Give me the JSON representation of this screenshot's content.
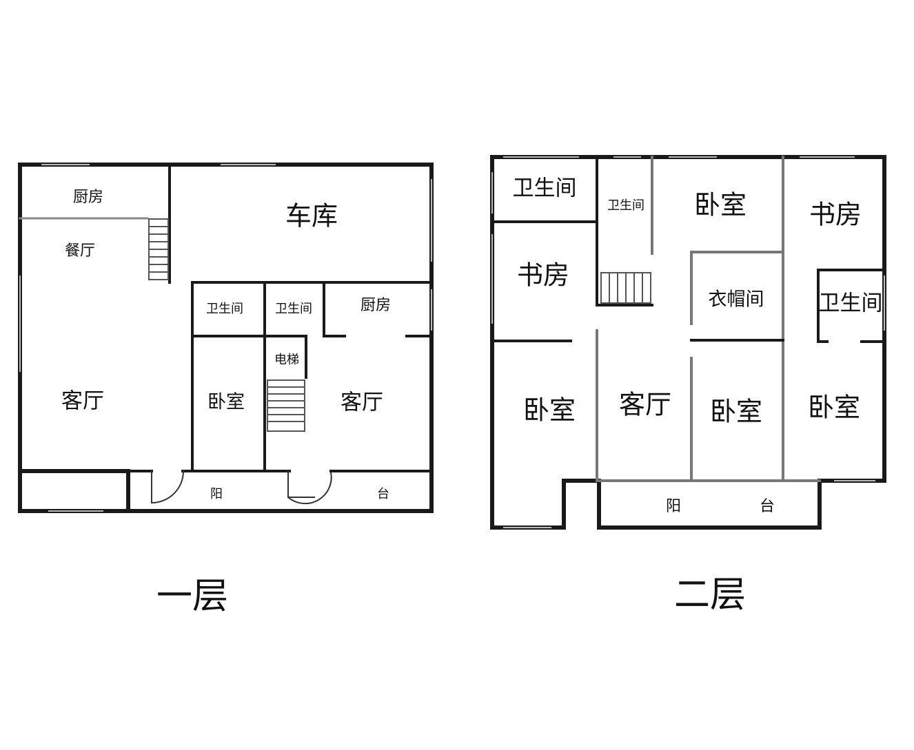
{
  "floors": [
    {
      "title": "一层",
      "rooms": {
        "kitchen_a": "厨房",
        "dining": "餐厅",
        "garage": "车库",
        "bath_a": "卫生间",
        "bath_b": "卫生间",
        "kitchen_b": "厨房",
        "elevator": "电梯",
        "living_a": "客厅",
        "bedroom": "卧室",
        "living_b": "客厅",
        "balcony_1": "阳",
        "balcony_2": "台"
      }
    },
    {
      "title": "二层",
      "rooms": {
        "bath_a": "卫生间",
        "bath_b": "卫生间",
        "bedroom_a": "卧室",
        "study_a": "书房",
        "study_b": "书房",
        "wardrobe": "衣帽间",
        "bath_c": "卫生间",
        "bedroom_b": "卧室",
        "living": "客厅",
        "bedroom_c": "卧室",
        "bedroom_d": "卧室",
        "balcony_1": "阳",
        "balcony_2": "台"
      }
    }
  ]
}
